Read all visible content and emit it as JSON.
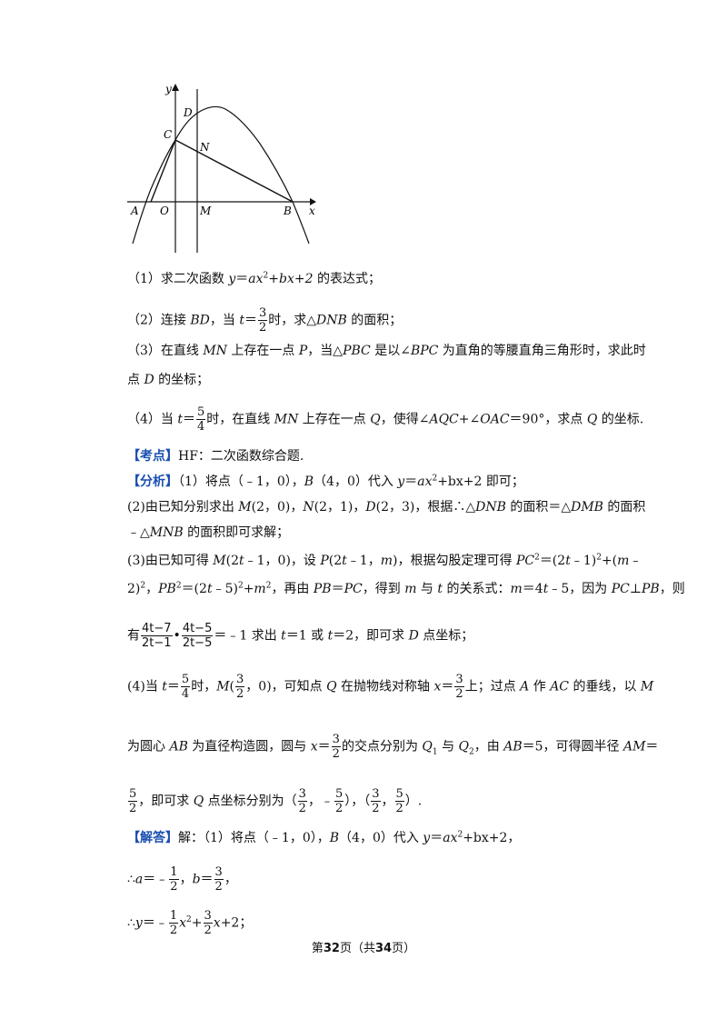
{
  "figure": {
    "labels": {
      "y": "y",
      "x": "x",
      "D": "D",
      "C": "C",
      "N": "N",
      "A": "A",
      "O": "O",
      "M": "M",
      "B": "B"
    }
  },
  "q1": {
    "p1": "（1）求二次函数 ",
    "y": "y",
    "eq": "＝",
    "a": "ax",
    "s2": "2",
    "b": "+bx+2",
    "p2": " 的表达式；"
  },
  "q2": {
    "p1": "（2）连接 ",
    "BD": "BD",
    "p2": "，当 ",
    "t": "t",
    "eq": "＝",
    "num": "3",
    "den": "2",
    "p3": "时，求△",
    "DNB": "DNB",
    "p4": " 的面积；"
  },
  "q3": {
    "p1": "（3）在直线 ",
    "MN": "MN",
    "p2": " 上存在一点 ",
    "P": "P",
    "p3": "，当△",
    "PBC": "PBC",
    "p4": " 是以∠",
    "BPC": "BPC",
    "p5": " 为直角的等腰直角三角形时，求此时",
    "l2a": "点 ",
    "D": "D",
    "l2b": " 的坐标；"
  },
  "q4": {
    "p1": "（4）当 ",
    "t": "t",
    "eq": "＝",
    "num": "5",
    "den": "4",
    "p2": "时，在直线 ",
    "MN": "MN",
    "p3": " 上存在一点 ",
    "Q": "Q",
    "p4": "，使得∠",
    "AQC": "AQC",
    "p5": "+∠",
    "OAC": "OAC",
    "p6": "＝90°，求点 ",
    "Q2": "Q",
    "p7": " 的坐标."
  },
  "kaodian": {
    "tag": "【考点】",
    "text": "HF：二次函数综合题."
  },
  "fenxi": {
    "tag": "【分析】",
    "l1a": "（1）将点（﹣1，0），",
    "B": "B",
    "l1b": "（4，0）代入 ",
    "y": "y",
    "l1c": "＝",
    "ax": "ax",
    "s2": "2",
    "l1d": "+bx+2 即可；",
    "l2": "(2)由已知分别求出 ",
    "M": "M",
    "l2b": "(2，0)，",
    "N": "N",
    "l2c": "(2，1)，",
    "D": "D",
    "l2d": "(2，3)，根据∴△",
    "DNB": "DNB",
    "l2e": " 的面积＝△",
    "DMB": "DMB",
    "l2f": " 的面积",
    "l3a": "﹣△",
    "MNB": "MNB",
    "l3b": " 的面积即可求解；",
    "l4a": "(3)由已知可得 ",
    "M4": "M",
    "l4b": "(2",
    "t4": "t",
    "l4c": "﹣1，0)，设 ",
    "P4": "P",
    "l4d": "(2",
    "t4b": "t",
    "l4e": "﹣1，",
    "m4": "m",
    "l4f": ")，根据勾股定理可得 ",
    "PC": "PC",
    "l4g": "2",
    "l4h": "＝(2",
    "t4c": "t",
    "l4i": "﹣1)",
    "l4j": "2",
    "l4k": "+(",
    "m4b": "m",
    "l4l": "﹣",
    "l5a": "2)",
    "l5b": "2",
    "l5c": "，",
    "PB": "PB",
    "l5d": "2",
    "l5e": "＝(2",
    "t5": "t",
    "l5f": "﹣5)",
    "l5g": "2",
    "l5h": "+",
    "m5": "m",
    "l5i": "2",
    "l5j": "，再由 ",
    "PB2": "PB",
    "l5k": "＝",
    "PC2": "PC",
    "l5l": "，得到 ",
    "m5b": "m",
    "l5m": " 与 ",
    "t5b": "t",
    "l5n": " 的关系式：",
    "m5c": "m",
    "l5o": "＝4",
    "t5c": "t",
    "l5p": "﹣5，因为 ",
    "PC3": "PC",
    "l5q": "⊥",
    "PB3": "PB",
    "l5r": "，则",
    "l6a": "有",
    "f1n": "4t−7",
    "f1d": "2t−1",
    "dot": "•",
    "f2n": "4t−5",
    "f2d": "2t−5",
    "l6b": "＝﹣1 求出 ",
    "t6": "t",
    "l6c": "＝1 或 ",
    "t6b": "t",
    "l6d": "＝2，即可求 ",
    "D6": "D",
    "l6e": " 点坐标；",
    "l7a": "(4)当 ",
    "t7": "t",
    "l7b": "＝",
    "f7n": "5",
    "f7d": "4",
    "l7c": "时，",
    "M7": "M",
    "l7d": "(",
    "f7bn": "3",
    "f7bd": "2",
    "l7e": "，0)，可知点 ",
    "Q7": "Q",
    "l7f": " 在抛物线对称轴 ",
    "x7": "x",
    "l7g": "＝",
    "f7cn": "3",
    "f7cd": "2",
    "l7h": "上；过点 ",
    "A7": "A",
    "l7i": " 作 ",
    "AC7": "AC",
    "l7j": " 的垂线，以 ",
    "M7b": "M",
    "l8a": "为圆心 ",
    "AB8": "AB",
    "l8b": " 为直径构造圆，圆与 ",
    "x8": "x",
    "l8c": "＝",
    "f8n": "3",
    "f8d": "2",
    "l8d": "的交点分别为 ",
    "Q8": "Q",
    "s1": "1",
    "l8e": " 与 ",
    "Q8b": "Q",
    "s2b": "2",
    "l8f": "，由 ",
    "AB8b": "AB",
    "l8g": "＝5，可得圆半径 ",
    "AM8": "AM",
    "l8h": "＝",
    "f9n": "5",
    "f9d": "2",
    "l9a": "，即可求 ",
    "Q9": "Q",
    "l9b": " 点坐标分别为（",
    "f9bn": "3",
    "f9bd": "2",
    "l9c": "，﹣",
    "f9cn": "5",
    "f9cd": "2",
    "l9d": "），（",
    "f9dn": "3",
    "f9dd": "2",
    "l9e": "，",
    "f9en": "5",
    "f9ed": "2",
    "l9f": "）."
  },
  "jieda": {
    "tag": "【解答】",
    "l1a": "解：（1）将点（﹣1，0），",
    "B": "B",
    "l1b": "（4，0）代入 ",
    "y": "y",
    "l1c": "＝",
    "ax": "ax",
    "s2": "2",
    "l1d": "+bx+2，",
    "l2a": "∴",
    "a": "a",
    "l2b": "＝﹣",
    "f1n": "1",
    "f1d": "2",
    "l2c": "，",
    "b": "b",
    "l2d": "＝",
    "f2n": "3",
    "f2d": "2",
    "l2e": "，",
    "l3a": "∴",
    "y3": "y",
    "l3b": "＝﹣",
    "f3n": "1",
    "f3d": "2",
    "x3": "x",
    "s3": "2",
    "l3c": "+",
    "f4n": "3",
    "f4d": "2",
    "x3b": "x",
    "l3d": "+2；"
  },
  "footer": {
    "a": "第",
    "cur": "32",
    "b": "页（共",
    "total": "34",
    "c": "页）"
  }
}
